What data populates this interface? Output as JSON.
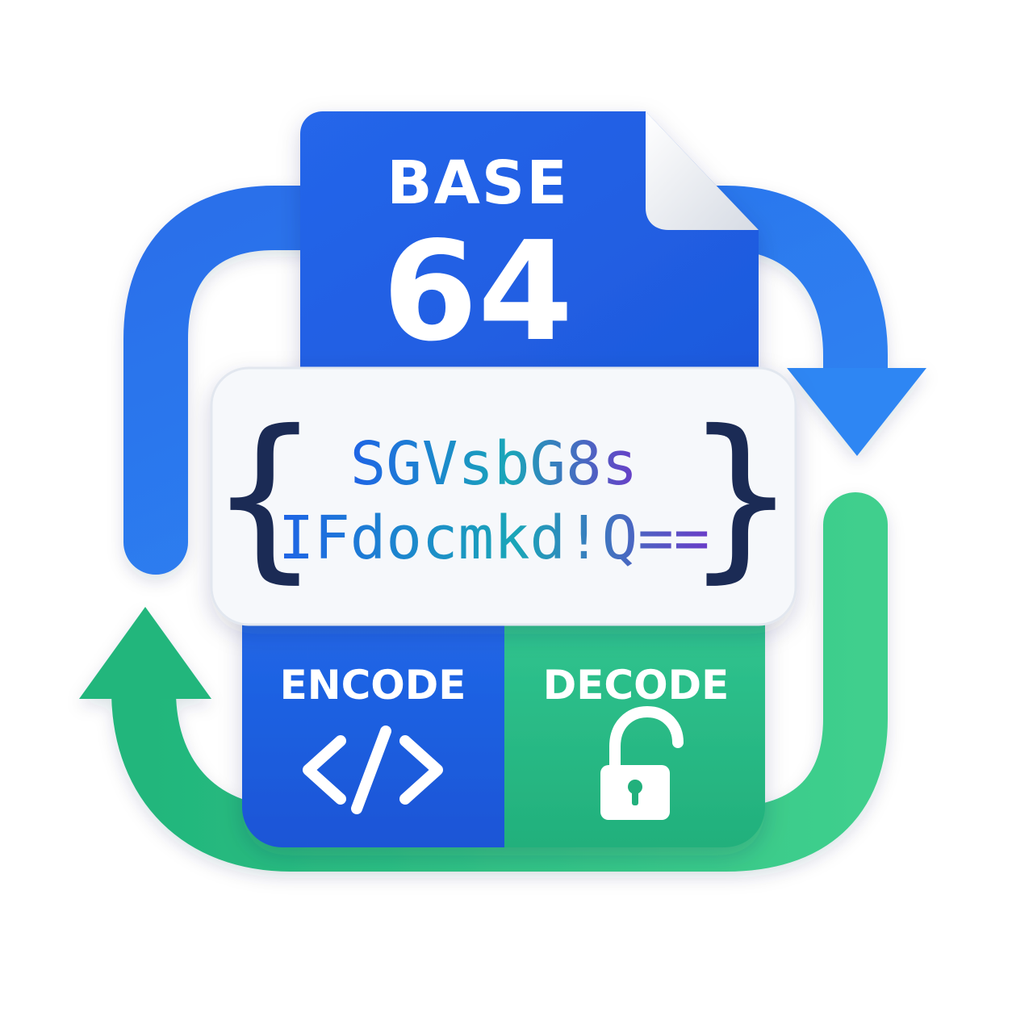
{
  "app_icon": {
    "title_line1": "BASE",
    "title_line2": "64",
    "encoded_line1": "SGVsbG8s",
    "encoded_line2": "IFdocmkd!Q==",
    "open_brace": "{",
    "close_brace": "}",
    "encode_label": "ENCODE",
    "decode_label": "DECODE",
    "encode_icon": "code-icon",
    "decode_icon": "unlocked-padlock-icon",
    "arrow_top_icon": "blue-cycle-arrow-icon",
    "arrow_bottom_icon": "green-cycle-arrow-icon"
  },
  "colors": {
    "blue_primary": "#1f63e6",
    "blue_light": "#3a8cf5",
    "green_primary": "#1fb57e",
    "green_light": "#3ed08f",
    "navy": "#1b2b55",
    "purple": "#6a3cc8",
    "teal": "#1aa6b8",
    "card_bg": "#f6f8fb"
  }
}
